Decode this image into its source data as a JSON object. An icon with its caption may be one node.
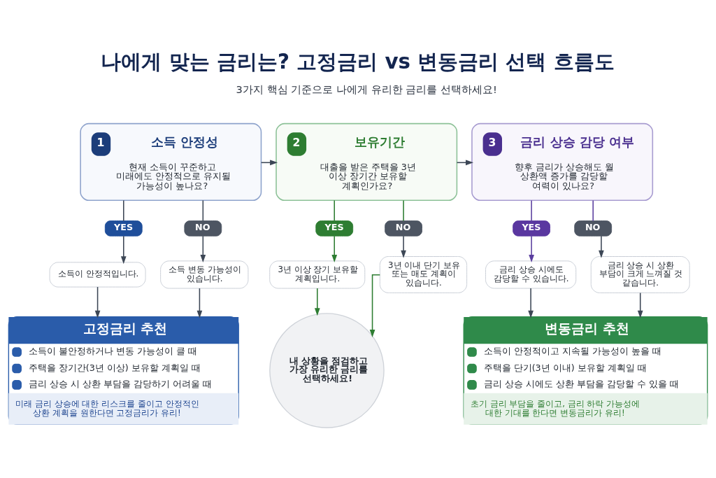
{
  "diagram": {
    "title": "나에게 맞는 금리는? 고정금리 vs 변동금리 선택 흐름도",
    "nodes": [
      {
        "text": [
          "1",
          "소득 안정성",
          "현재 소득이 꾸준하고 미래에도 안정적으로 유지될 가능성이 높나요?"
        ]
      },
      {
        "text": [
          "2",
          "보유기간",
          "대출을 받은 주택을 3년 이상 장기간 보유할 계획인가요?"
        ]
      },
      {
        "text": [
          "3",
          "금리 상승 감당 여부",
          "향후 금리가 상승해도 월 상환액 증가를 감당할 여력이 있나요?"
        ]
      },
      {
        "text": [
          "YES"
        ]
      },
      {
        "text": [
          "NO"
        ]
      },
      {
        "text": [
          "YES"
        ]
      },
      {
        "text": [
          "NO"
        ]
      },
      {
        "text": [
          "YES"
        ]
      },
      {
        "text": [
          "NO"
        ]
      },
      {
        "text": [
          "소득이 안정적입니다."
        ]
      },
      {
        "text": [
          "소득 변동 가능성이 있습니다."
        ]
      },
      {
        "text": [
          "3년 이상 장기 보유할 계획입니다."
        ]
      },
      {
        "text": [
          "3년 이내 단기 보유 또는 매도 계획이 있습니다."
        ]
      },
      {
        "text": [
          "금리 상승 시에도 감당할 수 있습니다."
        ]
      },
      {
        "text": [
          "금리 상승 시 상환 부담이 크게 느껴질 것 같습니다."
        ]
      },
      {
        "text": [
          "고정금리 추천",
          "소득이 불안정하거나 변동 가능성이 클 때",
          "주택을 장기간(3년 이상) 보유할 계획일 때",
          "금리 상승 시 상환 부담을 감당하기 어려울 때",
          "미래 금리 상승에 대한 리스크를 줄이고 안정적인 상환 계획을 원한다면 고정금리가 유리!"
        ]
      },
      {
        "text": [
          "내 상황을 점검하고 가장 유리한 금리를 선택하세요!"
        ]
      },
      {
        "text": [
          "변동금리 추천",
          "소득이 안정적이고 지속될 가능성이 높을 때",
          "주택을 단기(3년 이내) 보유할 계획일 때",
          "금리 상승 시에도 상환 부담을 감당할 수 있을 때",
          "초기 금리 부담을 줄이고, 금리 하락 가능성에 대한 기대를 한다면 변동금리가 유리!"
        ]
      }
    ],
    "edges": [
      {
        "from": 0,
        "to": 1,
        "arrow": "to"
      },
      {
        "from": 1,
        "to": 2,
        "arrow": "to"
      },
      {
        "from": 0,
        "to": 3,
        "arrow": "none"
      },
      {
        "from": 0,
        "to": 4,
        "arrow": "none"
      },
      {
        "from": 1,
        "to": 5,
        "arrow": "none",
        "color": "#2e7d32"
      },
      {
        "from": 1,
        "to": 6,
        "arrow": "none",
        "color": "#2e7d32"
      },
      {
        "from": 2,
        "to": 7,
        "arrow": "none",
        "color": "#5b3f9f"
      },
      {
        "from": 2,
        "to": 8,
        "arrow": "none",
        "color": "#5b3f9f"
      },
      {
        "from": 3,
        "to": 9,
        "arrow": "to"
      },
      {
        "from": 4,
        "to": 10,
        "arrow": "to"
      },
      {
        "from": 5,
        "to": 11,
        "arrow": "to",
        "color": "#2e7d32"
      },
      {
        "from": 6,
        "to": 12,
        "arrow": "to"
      },
      {
        "from": 7,
        "to": 13,
        "arrow": "to",
        "color": "#5b3f9f"
      },
      {
        "from": 8,
        "to": 14,
        "arrow": "to"
      },
      {
        "from": 9,
        "to": 15,
        "arrow": "to"
      },
      {
        "from": 10,
        "to": 15,
        "arrow": "to"
      },
      {
        "from": 11,
        "to": 16,
        "arrow": "to",
        "color": "#2e7d32"
      },
      {
        "from": 12,
        "to": 16,
        "arrow": "to",
        "color": "#2e7d32"
      },
      {
        "from": 13,
        "to": 17,
        "arrow": "to"
      },
      {
        "from": 14,
        "to": 17,
        "arrow": "to"
      }
    ],
    "labels": [
      "3가지 핵심 기준으로 나에게 유리한 금리를 선택하세요!"
    ]
  }
}
